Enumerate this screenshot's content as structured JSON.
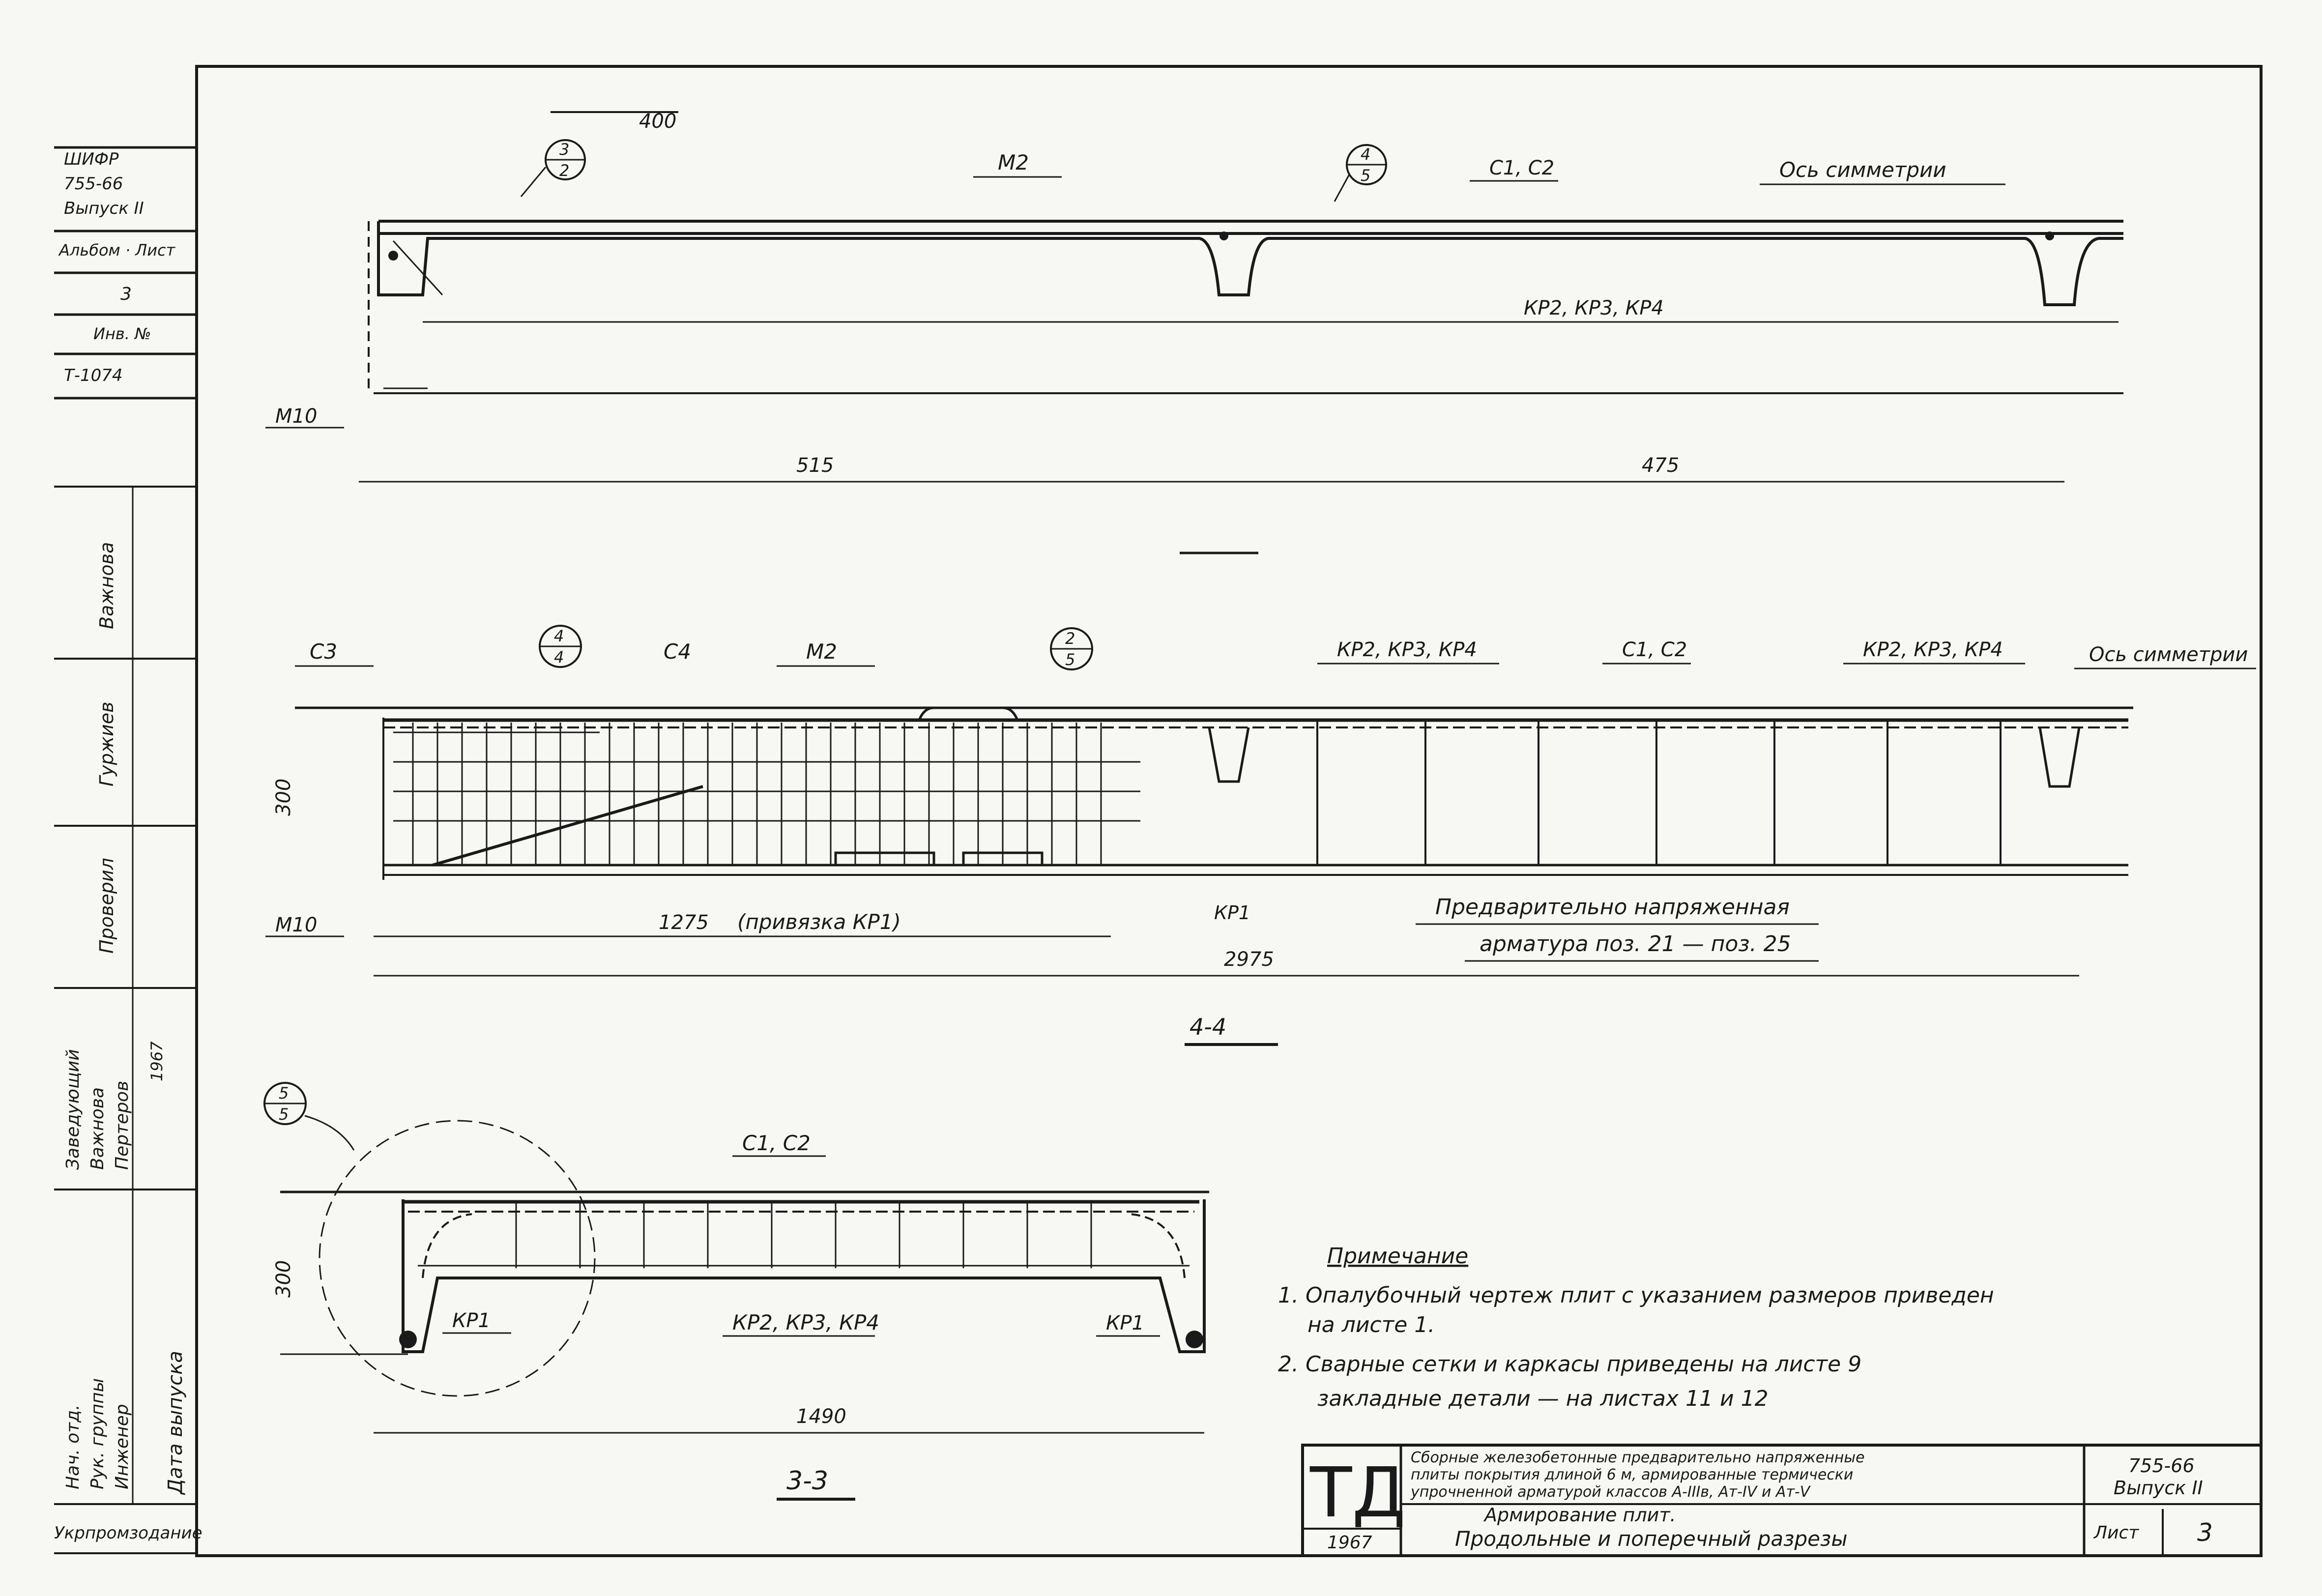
{
  "margin_stamp": {
    "code": "ШИФР",
    "series": "755-66",
    "issue": "Выпуск II",
    "album_sheet": "Альбом · Лист",
    "sheet_num": "3",
    "inv_label": "Инв. №",
    "inv_num": "Т-1074",
    "people": [
      "Важнова",
      "Гуржиев",
      "Проверил"
    ],
    "approvals": [
      "Заведующий",
      "Важнова",
      "Пертеров"
    ],
    "year_small": "1967",
    "roles": [
      "Нач. отд.",
      "Рук. группы",
      "Инженер"
    ],
    "issue_date_label": "Дата выпуска",
    "org": "Укрпромзодание"
  },
  "top_section": {
    "title": "",
    "label_top": "400",
    "callout_a": [
      "3",
      "2"
    ],
    "callout_b": [
      "4",
      "5"
    ],
    "label_m2": "М2",
    "label_c1c2": "С1, С2",
    "axis": "Ось симметрии",
    "kp_label": "КР2, КР3, КР4",
    "m10": "М10",
    "dim_left": "515",
    "dim_right": "475"
  },
  "mid_section": {
    "title": "4-4",
    "c3": "С3",
    "callout_a": [
      "4",
      "4"
    ],
    "c4": "С4",
    "m2": "М2",
    "callout_b": [
      "2",
      "5"
    ],
    "kp_a": "КР2, КР3, КР4",
    "c1c2": "С1, С2",
    "kp_b": "КР2, КР3, КР4",
    "axis": "Ось симметрии",
    "height": "300",
    "m10": "М10",
    "dim_1275": "1275",
    "privyazka": "(привязка КР1)",
    "kp1": "КР1",
    "prestress_1": "Предварительно напряженная",
    "prestress_2": "арматура поз. 21 — поз. 25",
    "dim_2975": "2975"
  },
  "bottom_section": {
    "title": "3-3",
    "callout": [
      "5",
      "5"
    ],
    "c1c2": "С1, С2",
    "height": "300",
    "kp1_left": "КР1",
    "kp_mid": "КР2, КР3, КР4",
    "kp1_right": "КР1",
    "width": "1490"
  },
  "notes": {
    "heading": "Примечание",
    "line1": "1. Опалубочный чертеж плит с указанием размеров приведен",
    "line1b": "на листе 1.",
    "line2": "2. Сварные сетки и каркасы приведены на листе 9",
    "line2b": "закладные детали — на листах 11 и 12"
  },
  "title_block": {
    "logo": "ТД",
    "year": "1967",
    "desc1": "Сборные железобетонные предварительно напряженные",
    "desc2": "плиты покрытия длиной 6 м, армированные термически",
    "desc3": "упрочненной арматурой классов А-IIIв, Ат-IV и Ат-V",
    "topic": "Армирование плит.",
    "subtitle": "Продольные и поперечный разрезы",
    "series": "755-66",
    "issue": "Выпуск II",
    "sheet_label": "Лист",
    "sheet_num": "3"
  }
}
